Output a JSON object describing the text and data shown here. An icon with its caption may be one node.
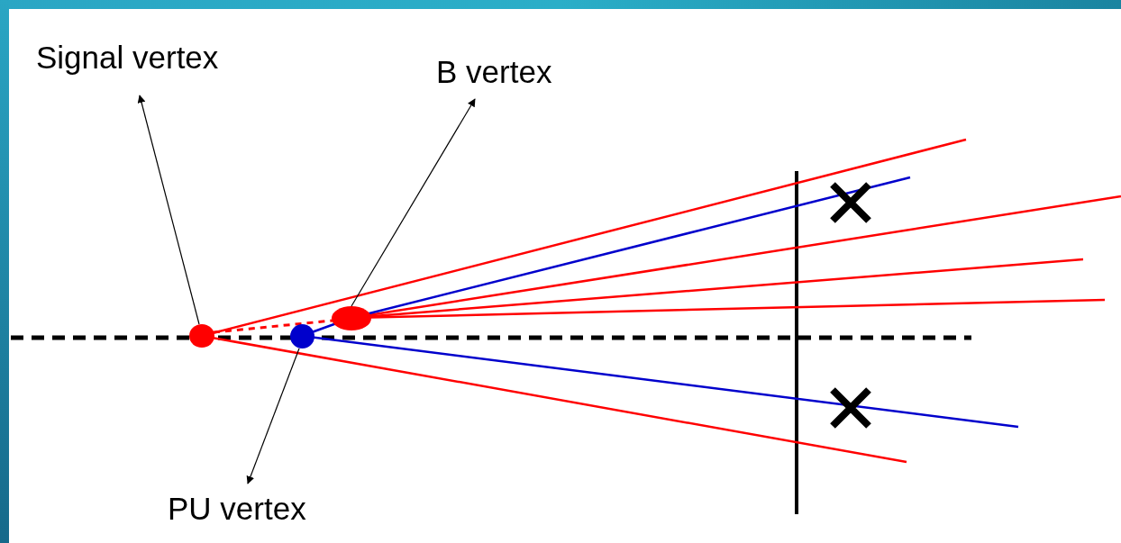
{
  "diagram": {
    "nodes": [
      {
        "text": [
          "Signal vertex"
        ]
      },
      {
        "text": [
          "B vertex"
        ]
      },
      {
        "text": [
          "PU vertex"
        ]
      },
      {
        "text": [],
        "shape": "circle"
      },
      {
        "text": [],
        "shape": "circle"
      },
      {
        "text": [],
        "shape": "circle"
      }
    ],
    "edges": [
      {
        "from": 3,
        "to": 0,
        "arrow": "to"
      },
      {
        "from": 4,
        "to": 1,
        "arrow": "to"
      },
      {
        "from": 5,
        "to": 2,
        "arrow": "to"
      },
      {
        "from": 3,
        "to": 4,
        "arrow": "none",
        "style": "dashed",
        "color": "#ff0000"
      }
    ]
  }
}
